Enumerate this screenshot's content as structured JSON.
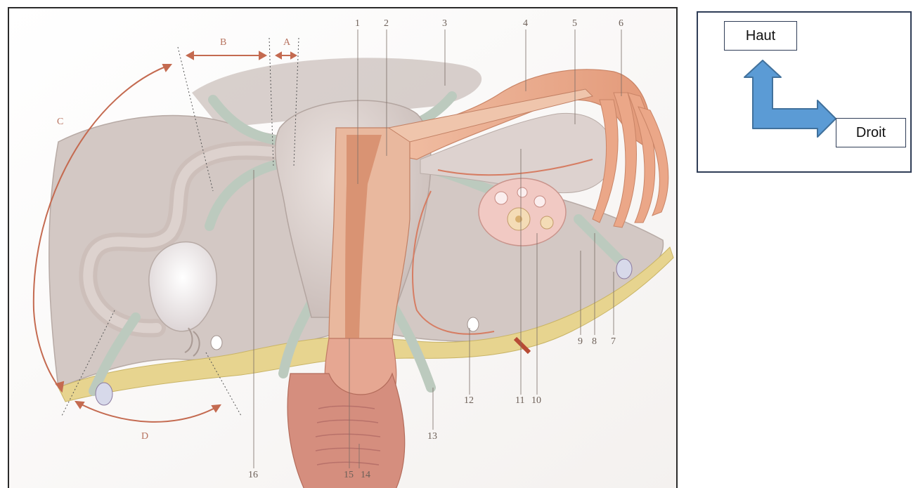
{
  "figure": {
    "numbers": [
      "1",
      "2",
      "3",
      "4",
      "5",
      "6",
      "7",
      "8",
      "9",
      "10",
      "11",
      "12",
      "13",
      "14",
      "15",
      "16"
    ],
    "regions": [
      "A",
      "B",
      "C",
      "D"
    ]
  },
  "orientation": {
    "up_label": "Haut",
    "right_label": "Droit",
    "arrow_color": "#5b9bd5",
    "arrow_stroke": "#41719c"
  },
  "colors": {
    "uterus": "#d9cfcc",
    "ligament": "#cfc3bf",
    "myometrium": "#e8b49a",
    "cavity": "#d98e6e",
    "tube": "#e9a88b",
    "vessel": "#c9d6cc",
    "fat": "#e8d89a",
    "annotation": "#c46a50"
  }
}
